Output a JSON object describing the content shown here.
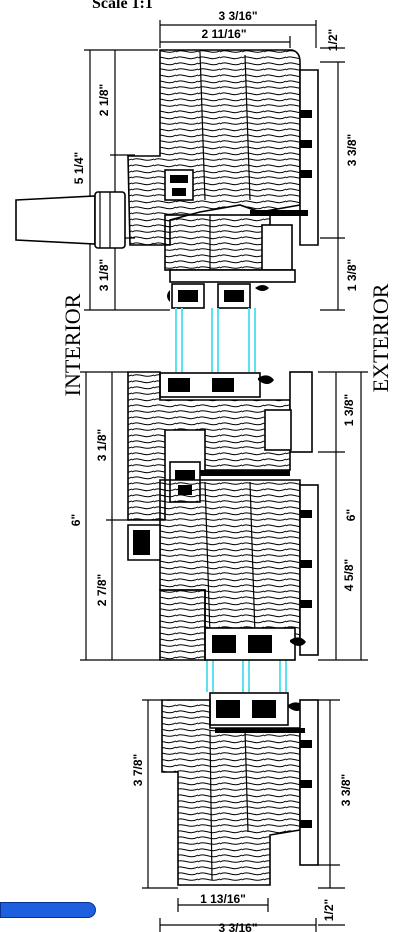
{
  "title": "Scale 1:1",
  "labels": {
    "interior": "INTERIOR",
    "exterior": "EXTERIOR"
  },
  "dimensions": {
    "top_overall": "3 3/16\"",
    "top_inner": "2 11/16\"",
    "top_right_small": "1/2\"",
    "left_upper": "2 1/8\"",
    "left_handle": "5 1/4\"",
    "left_lower": "3 1/8\"",
    "right_upper": "3 3/8\"",
    "right_lower": "1 3/8\"",
    "mid_left_upper": "3 1/8\"",
    "mid_left_total": "6\"",
    "mid_left_lower": "2 7/8\"",
    "mid_right_upper": "1 3/8\"",
    "mid_right_total": "6\"",
    "mid_right_lower": "4 5/8\"",
    "bottom_left": "3 7/8\"",
    "bottom_right": "3 3/8\"",
    "bottom_inner": "1 13/16\"",
    "bottom_small": "1/2\"",
    "bottom_overall": "3 3/16\""
  },
  "colors": {
    "glass": "#5fe0f0",
    "scrollbar": "#1e5fe0"
  }
}
